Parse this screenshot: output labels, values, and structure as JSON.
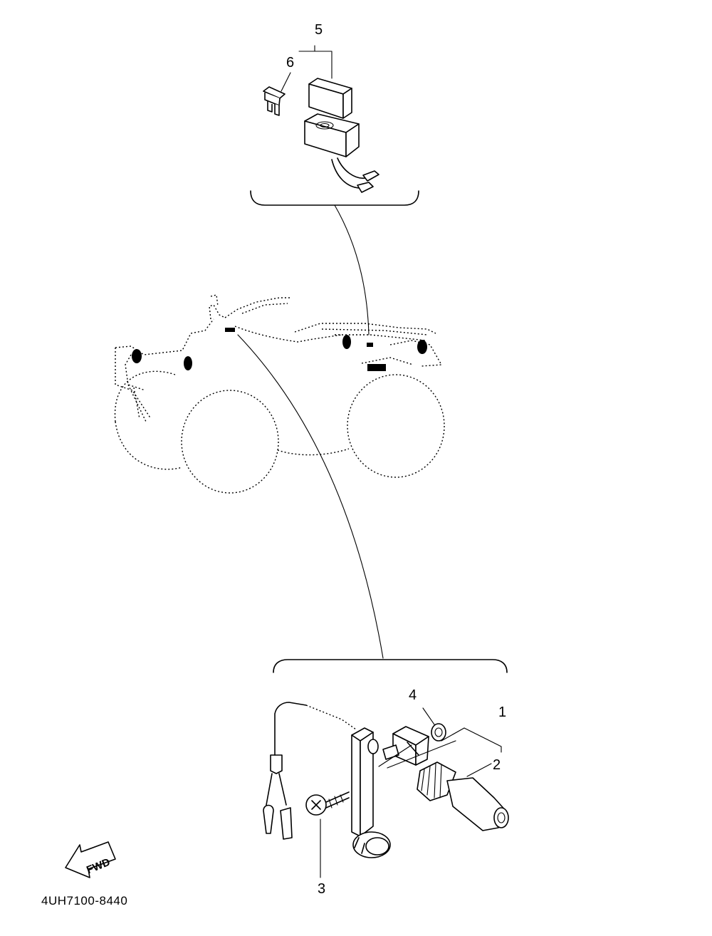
{
  "diagram": {
    "callouts": {
      "c1": "1",
      "c2": "2",
      "c3": "3",
      "c4": "4",
      "c5": "5",
      "c6": "6"
    },
    "direction_label": "FWD",
    "part_code": "4UH7100-8440"
  }
}
